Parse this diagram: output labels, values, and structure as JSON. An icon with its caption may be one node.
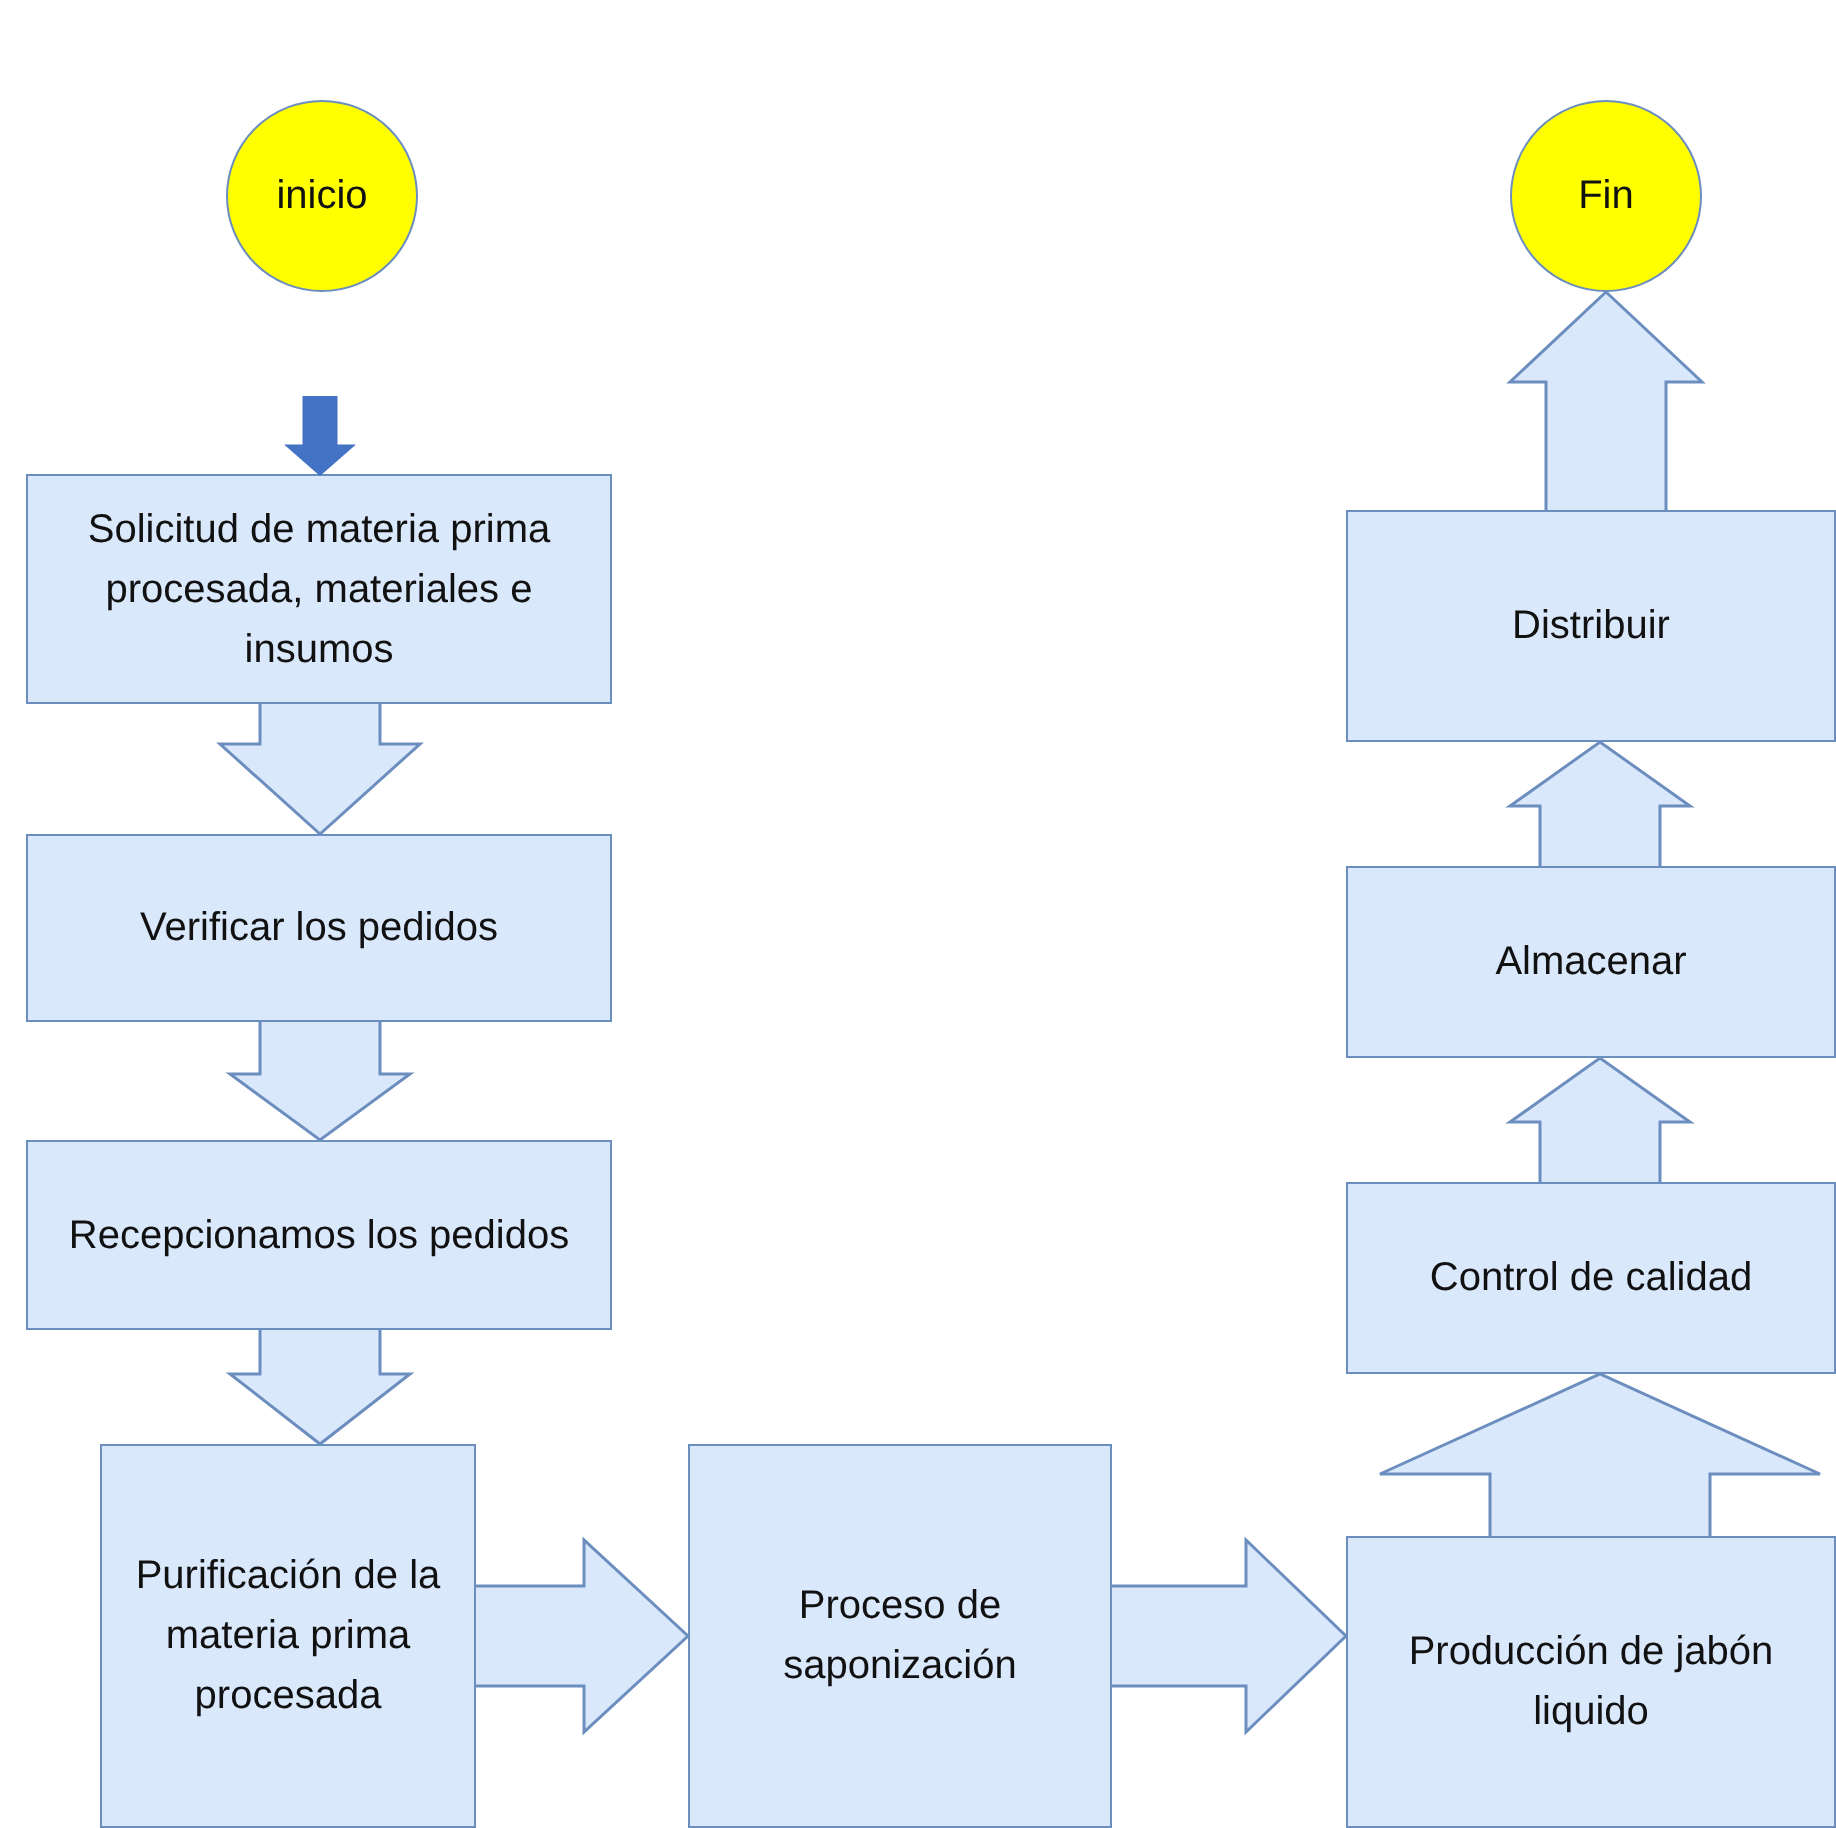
{
  "diagram": {
    "nodes": [
      {
        "text": [
          "inicio"
        ]
      },
      {
        "text": [
          "Fin"
        ]
      },
      {
        "text": [
          "Solicitud de materia prima procesada, materiales e insumos"
        ]
      },
      {
        "text": [
          "Verificar los pedidos"
        ]
      },
      {
        "text": [
          "Recepcionamos los pedidos"
        ]
      },
      {
        "text": [
          "Purificación de la materia prima procesada"
        ]
      },
      {
        "text": [
          "Proceso de saponización"
        ]
      },
      {
        "text": [
          "Producción de jabón liquido"
        ]
      },
      {
        "text": [
          "Control de calidad"
        ]
      },
      {
        "text": [
          "Almacenar"
        ]
      },
      {
        "text": [
          "Distribuir"
        ]
      }
    ],
    "edges": [
      {
        "from": null,
        "to": 2,
        "arrow": "to",
        "color": "#4472c4"
      },
      {
        "from": 2,
        "to": 3,
        "arrow": "to"
      },
      {
        "from": 3,
        "to": 4,
        "arrow": "to"
      },
      {
        "from": 4,
        "to": 5,
        "arrow": "to"
      },
      {
        "from": 5,
        "to": 6,
        "arrow": "to"
      },
      {
        "from": 6,
        "to": 7,
        "arrow": "to"
      },
      {
        "from": 7,
        "to": 8,
        "arrow": "to"
      },
      {
        "from": 8,
        "to": 9,
        "arrow": "to"
      },
      {
        "from": 9,
        "to": 10,
        "arrow": "to"
      },
      {
        "from": 10,
        "to": 1,
        "arrow": "to"
      }
    ]
  }
}
